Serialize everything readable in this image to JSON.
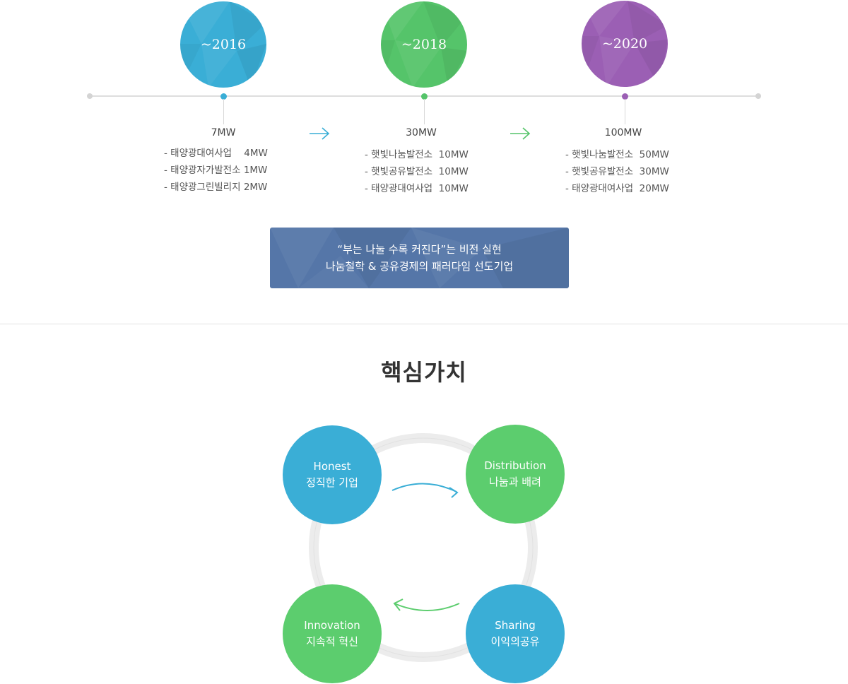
{
  "timeline": {
    "stages": [
      {
        "year": "~2016",
        "total": "7MW",
        "color": "#3aaed6",
        "items": [
          "- 태양광대여사업    4MW",
          "- 태양광자가발전소 1MW",
          "- 태양광그린빌리지 2MW"
        ]
      },
      {
        "year": "~2018",
        "total": "30MW",
        "color": "#55c46a",
        "items": [
          "- 햇빛나눔발전소  10MW",
          "- 햇빛공유발전소  10MW",
          "- 태양광대여사업  10MW"
        ]
      },
      {
        "year": "~2020",
        "total": "100MW",
        "color": "#9b5fb4",
        "items": [
          "- 햇빛나눔발전소  50MW",
          "- 햇빛공유발전소  30MW",
          "- 태양광대여사업  20MW"
        ]
      }
    ]
  },
  "vision": {
    "line1": "“부는 나눌 수록 커진다”는 비전 실현",
    "line2": "나눔철학 & 공유경제의 패러다임 선도기업"
  },
  "core_values": {
    "title": "핵심가치",
    "items": [
      {
        "en": "Honest",
        "ko": "정직한 기업",
        "color": "#3aaed6"
      },
      {
        "en": "Distribution",
        "ko": "나눔과 배려",
        "color": "#5ccd6e"
      },
      {
        "en": "Innovation",
        "ko": "지속적 혁신",
        "color": "#5ccd6e"
      },
      {
        "en": "Sharing",
        "ko": "이익의공유",
        "color": "#3aaed6"
      }
    ]
  }
}
